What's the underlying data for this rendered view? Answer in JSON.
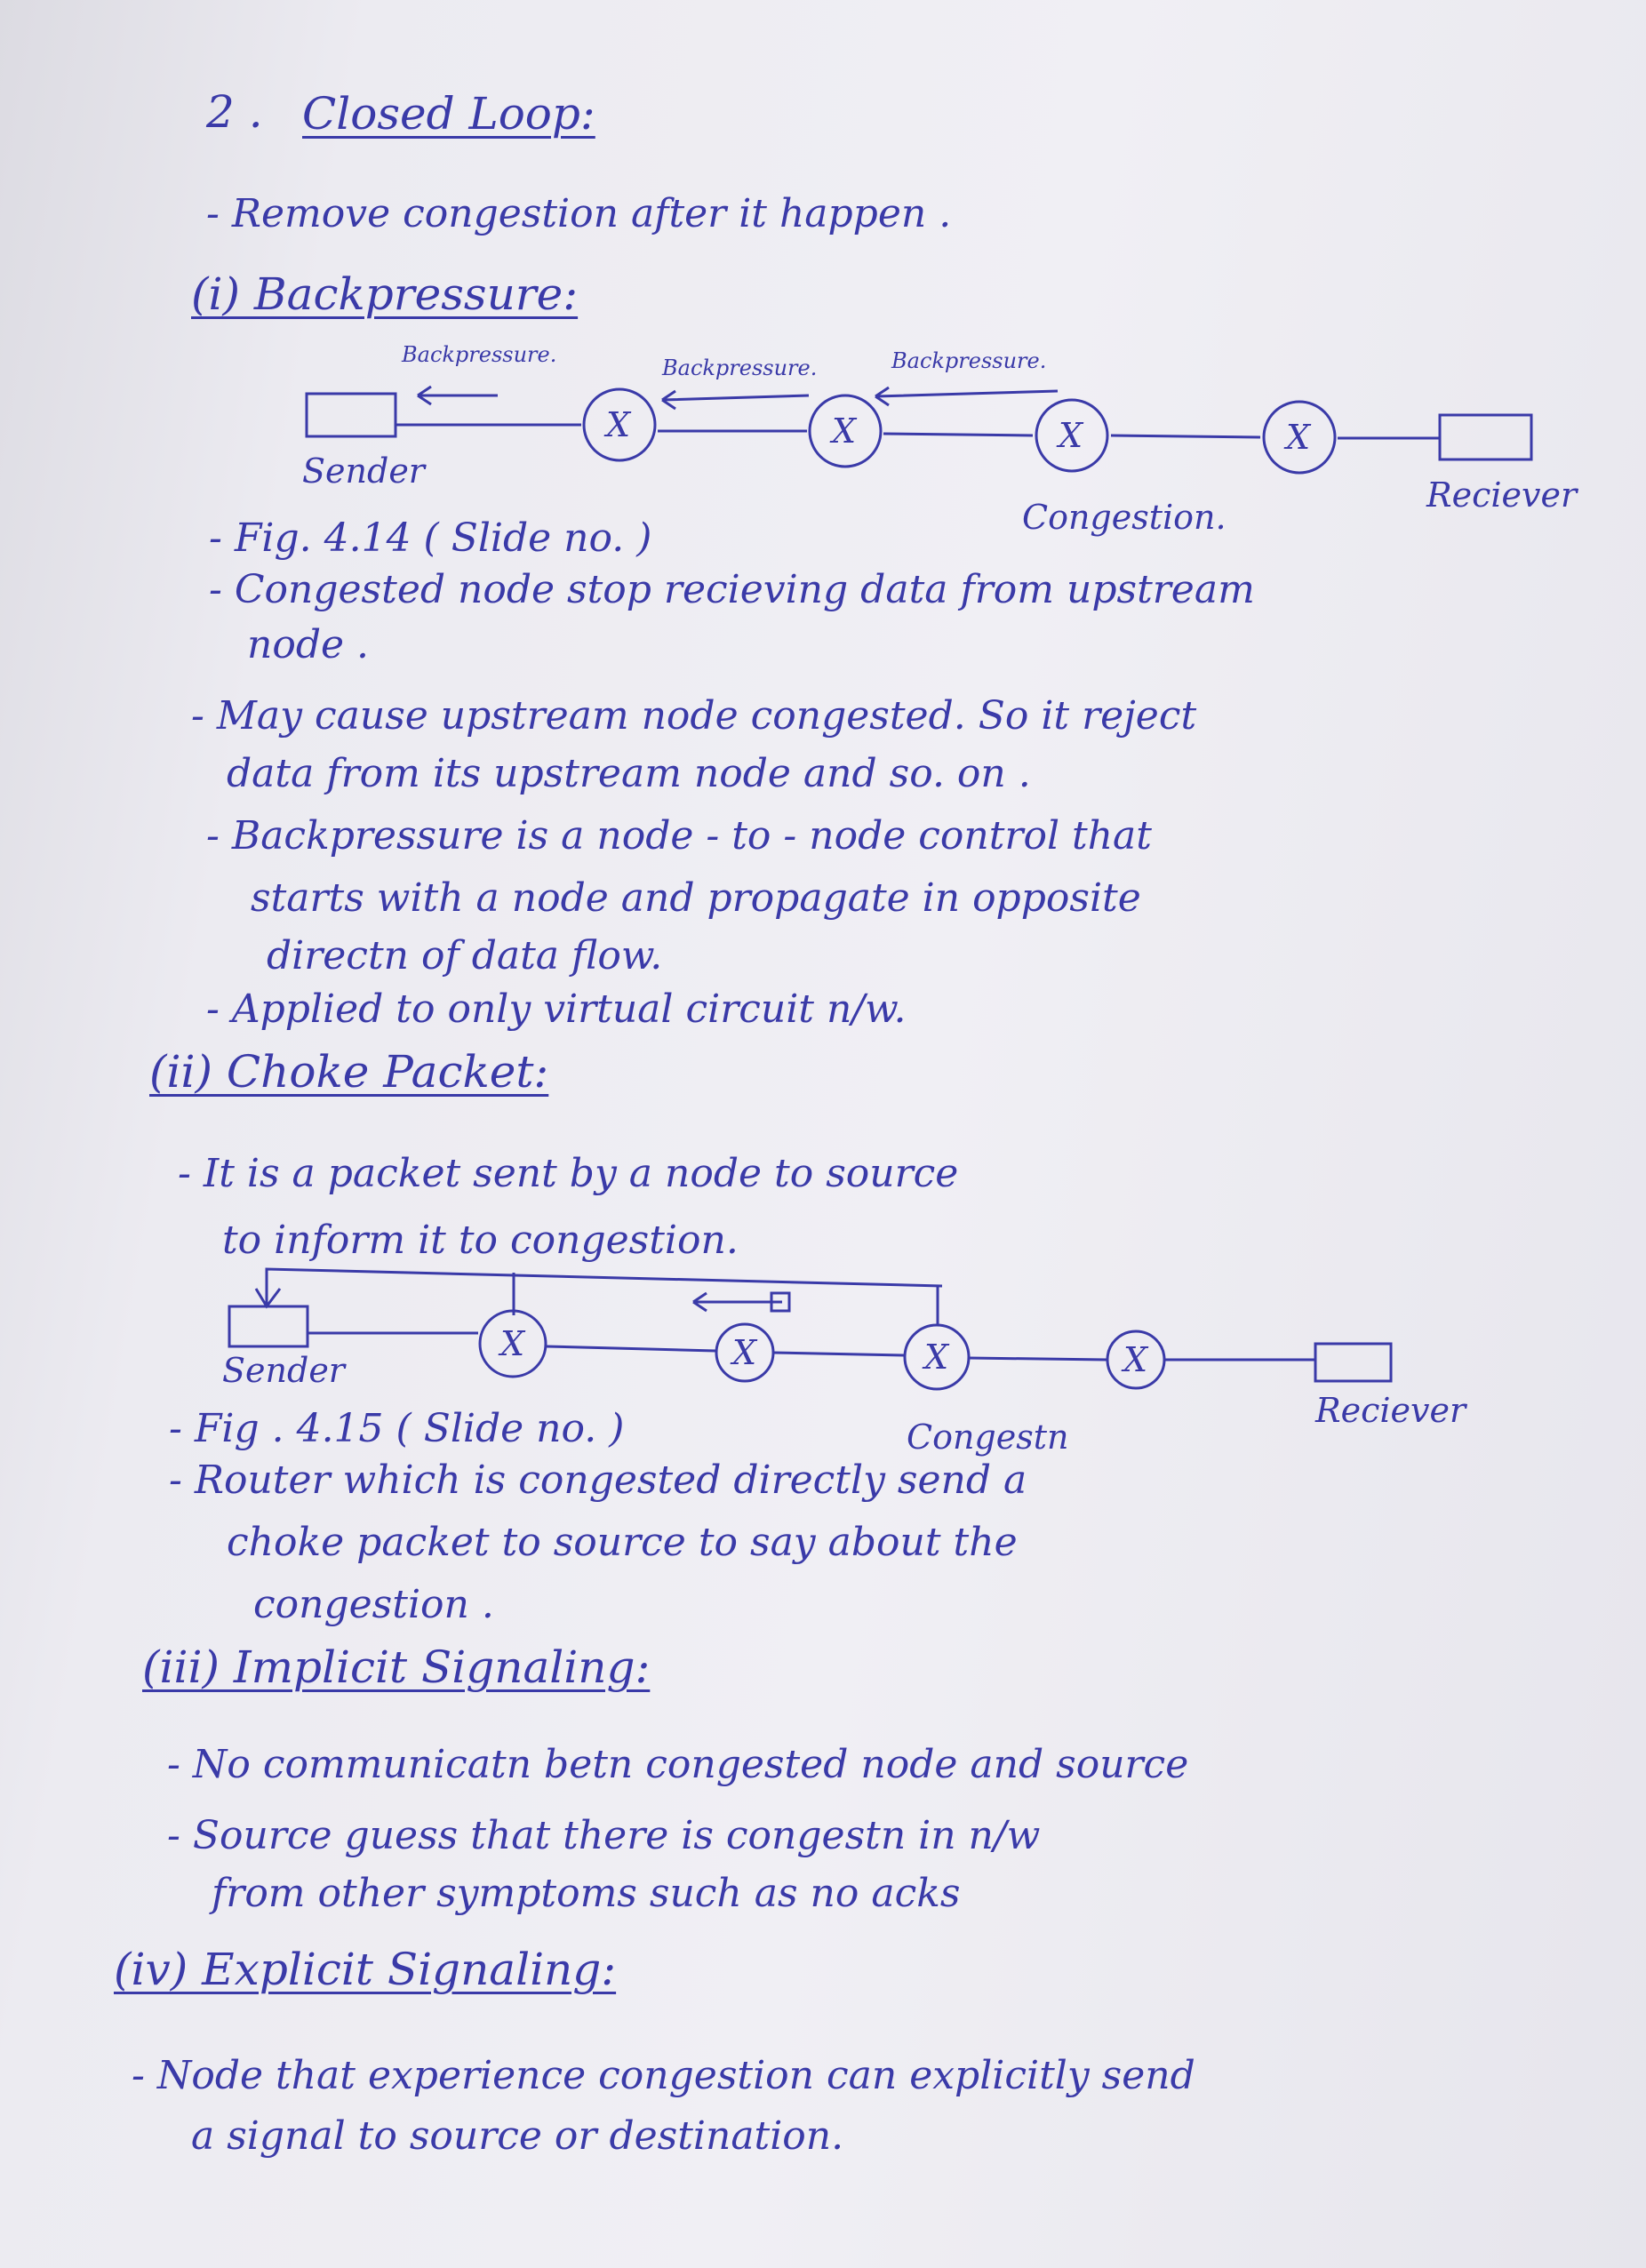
{
  "heading": {
    "number": "2 .",
    "title": "Closed Loop:"
  },
  "intro": "- Remove congestion after it happen .",
  "backpressure": {
    "title": "(i) Backpressure:",
    "diagram": {
      "arrow_labels": [
        "Backpressure.",
        "Backpressure.",
        "Backpressure."
      ],
      "node_glyph": "X",
      "sender": "Sender",
      "receiver": "Reciever",
      "congestion": "Congestion."
    },
    "fig_ref": "- Fig. 4.14 ( Slide no.    )",
    "points": [
      "- Congested node stop recieving data from upstream",
      "node .",
      "- May cause upstream node congested. So it reject",
      "data from its upstream node and so. on .",
      "- Backpressure is a node - to - node control that",
      "starts with a node and propagate in opposite",
      "directn of data flow.",
      "- Applied to only virtual circuit n/w."
    ]
  },
  "choke": {
    "title": "(ii) Choke Packet:",
    "points": [
      "- It is a packet sent by a node to source",
      "to inform it to congestion."
    ],
    "diagram": {
      "node_glyph": "X",
      "sender": "Sender",
      "receiver": "Reciever",
      "congestion": "Congestn"
    },
    "fig_ref": "- Fig . 4.15 ( Slide no.    )",
    "after": [
      "- Router which is congested directly send a",
      "choke packet to source to say about the",
      "congestion ."
    ]
  },
  "implicit": {
    "title": "(iii) Implicit Signaling:",
    "points": [
      "- No communicatn betn congested node and source",
      "- Source guess that there is congestn in n/w",
      "from other symptoms such as no acks"
    ]
  },
  "explicit": {
    "title": "(iv) Explicit Signaling:",
    "points": [
      "- Node that experience congestion can explicitly send",
      "a signal to source or destination."
    ]
  }
}
